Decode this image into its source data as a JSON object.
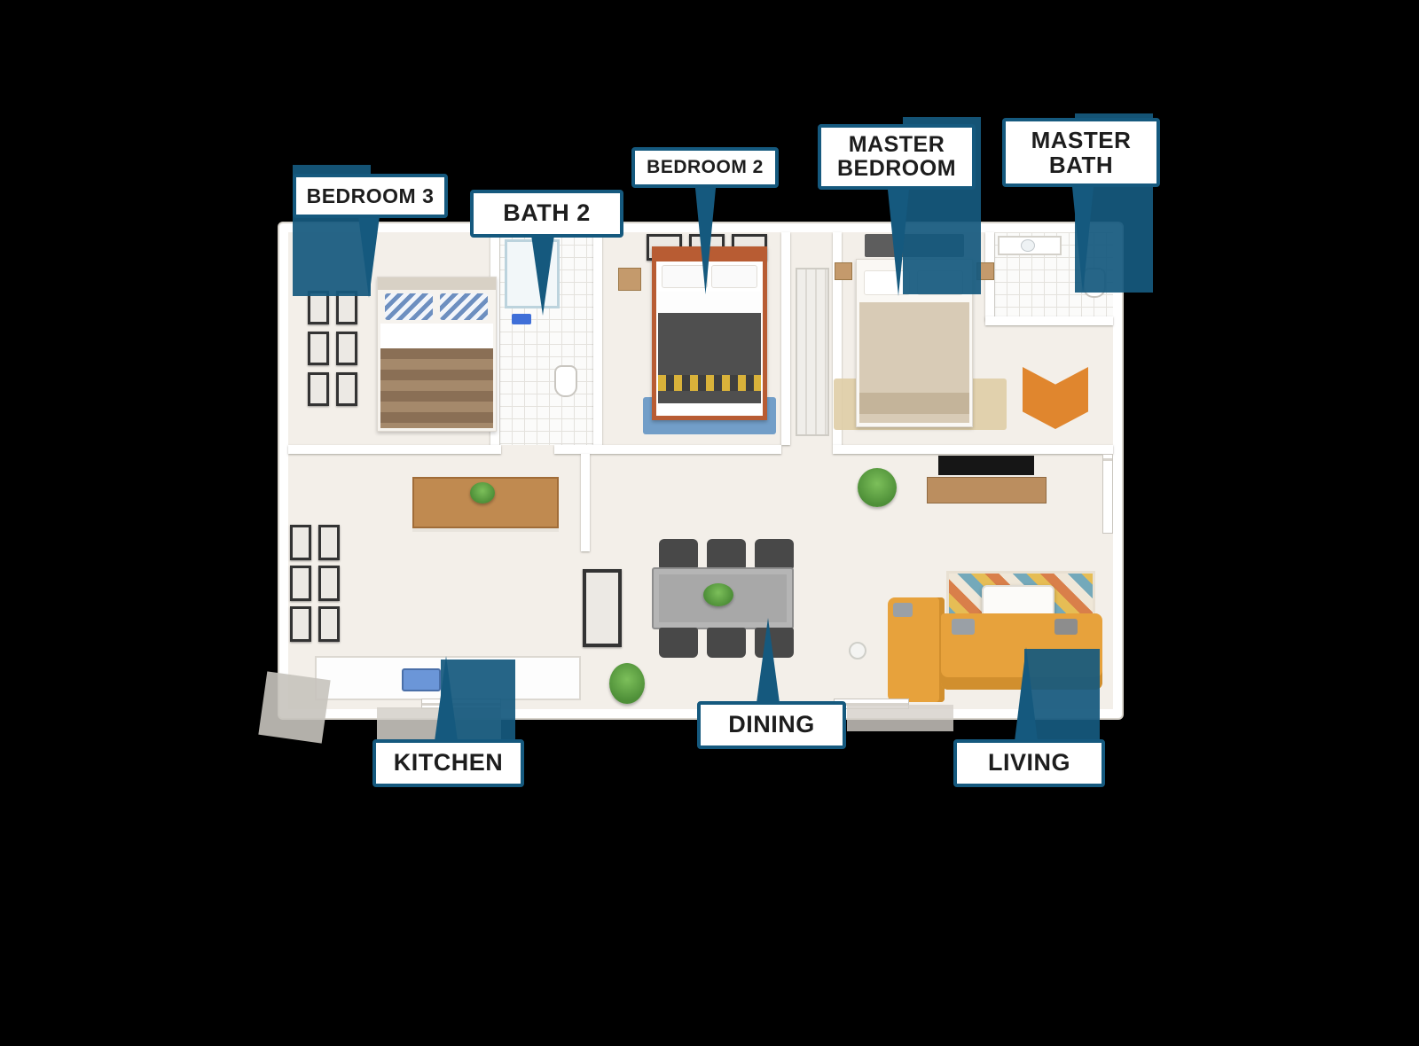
{
  "colors": {
    "background": "#000000",
    "callout_blue": "#15597e",
    "label_text": "#1d1d1d",
    "label_background": "#ffffff",
    "floor": "#f3efe9",
    "sofa_yellow": "#e7a23c",
    "bed2_orange": "#b85c33",
    "accent_chair_orange": "#e0862e"
  },
  "labels": {
    "bedroom3": "BEDROOM 3",
    "bath2": "BATH 2",
    "bedroom2": "BEDROOM 2",
    "master_bedroom": "MASTER\nBEDROOM",
    "master_bath": "MASTER\nBATH",
    "kitchen": "KITCHEN",
    "dining": "DINING",
    "living": "LIVING"
  }
}
